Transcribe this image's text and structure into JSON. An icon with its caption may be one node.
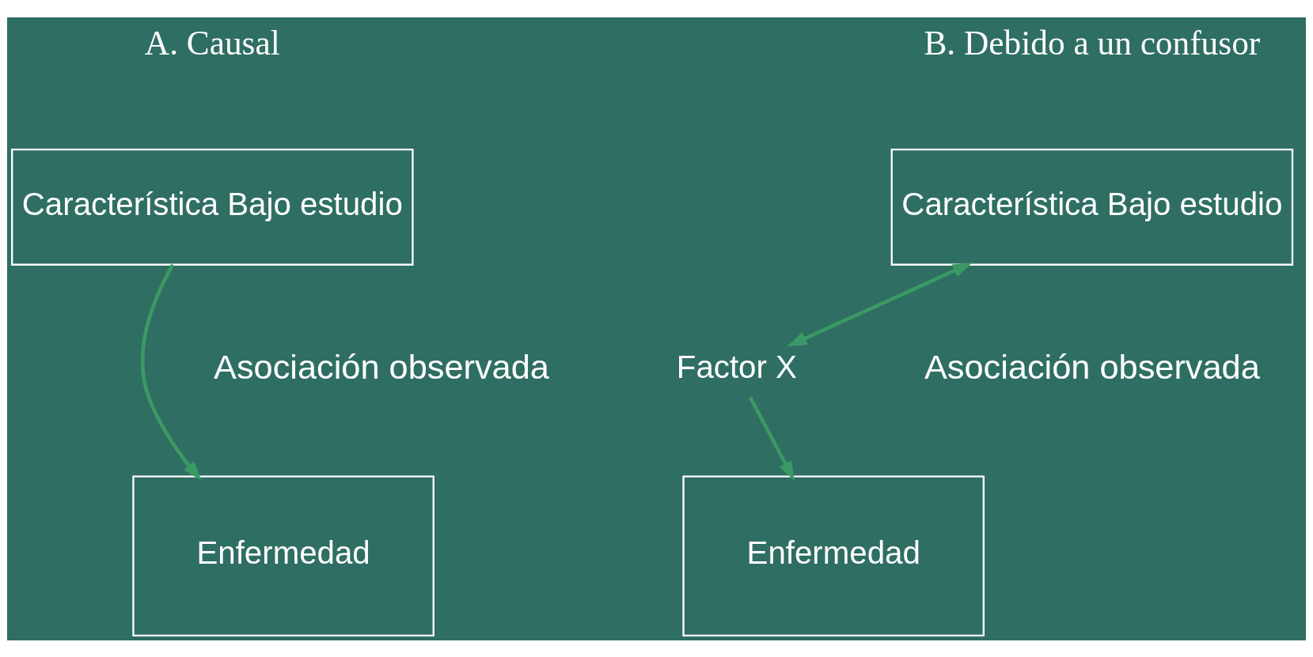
{
  "diagram": {
    "nodes": [
      {
        "text": [
          "Característica Bajo estudio"
        ]
      },
      {
        "text": [
          "Enfermedad"
        ]
      },
      {
        "text": [
          "Característica Bajo estudio"
        ]
      },
      {
        "text": [
          "Factor X"
        ]
      },
      {
        "text": [
          "Enfermedad"
        ]
      }
    ],
    "edges": [
      {
        "from": 0,
        "to": 1,
        "arrow": "to"
      },
      {
        "from": 3,
        "to": 2,
        "arrow": "both"
      },
      {
        "from": 3,
        "to": 4,
        "arrow": "to"
      }
    ],
    "labels": [
      "A. Causal",
      "B. Debido a un confusor",
      "Asociación observada",
      "Asociación observada"
    ]
  }
}
